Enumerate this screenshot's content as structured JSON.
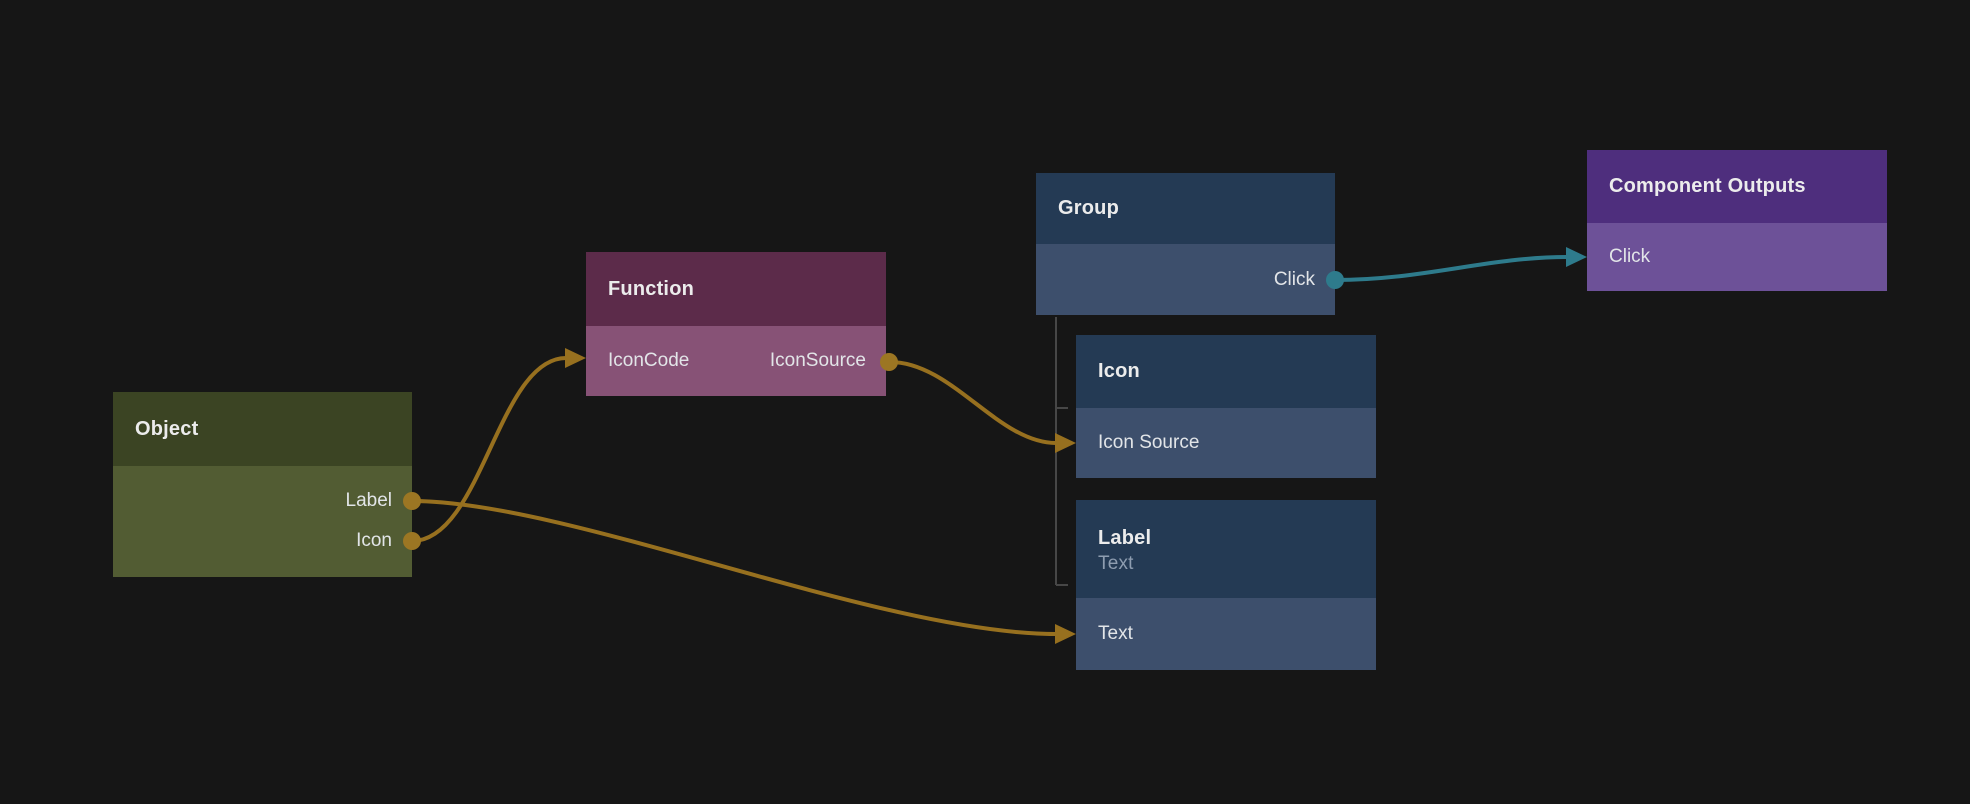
{
  "canvas": {
    "background": "#161616"
  },
  "palette": {
    "wire_gold": "#97701f",
    "wire_teal": "#2e7b8c",
    "tree_line": "#474747",
    "olive_header": "#3b4423",
    "olive_body": "#525c33",
    "plum_header": "#5c2b4a",
    "plum_body": "#875276",
    "blue_header": "#243a54",
    "blue_body": "#3d4f6c",
    "purple_header": "#4e2e7d",
    "purple_body": "#6d5198",
    "title_text": "#ececec",
    "port_text": "#e2e5e8",
    "subtitle_text": "#8e9db0"
  },
  "nodes": {
    "object": {
      "title": "Object",
      "outputs": [
        {
          "label": "Label"
        },
        {
          "label": "Icon"
        }
      ]
    },
    "function": {
      "title": "Function",
      "inputs": [
        {
          "label": "IconCode"
        }
      ],
      "outputs": [
        {
          "label": "IconSource"
        }
      ]
    },
    "group": {
      "title": "Group",
      "outputs": [
        {
          "label": "Click"
        }
      ]
    },
    "icon": {
      "title": "Icon",
      "inputs": [
        {
          "label": "Icon Source"
        }
      ]
    },
    "label": {
      "title": "Label",
      "subtitle": "Text",
      "inputs": [
        {
          "label": "Text"
        }
      ]
    },
    "component_outputs": {
      "title": "Component Outputs",
      "inputs": [
        {
          "label": "Click"
        }
      ]
    }
  },
  "connections": [
    {
      "from": "Object.Icon",
      "to": "Function.IconCode",
      "color": "#97701f"
    },
    {
      "from": "Object.Label",
      "to": "Label.Text",
      "color": "#97701f"
    },
    {
      "from": "Function.IconSource",
      "to": "Icon.Icon Source",
      "color": "#97701f"
    },
    {
      "from": "Group.Click",
      "to": "Component Outputs.Click",
      "color": "#2e7b8c"
    }
  ],
  "hierarchy": {
    "parent": "Group",
    "children": [
      "Icon",
      "Label"
    ]
  }
}
